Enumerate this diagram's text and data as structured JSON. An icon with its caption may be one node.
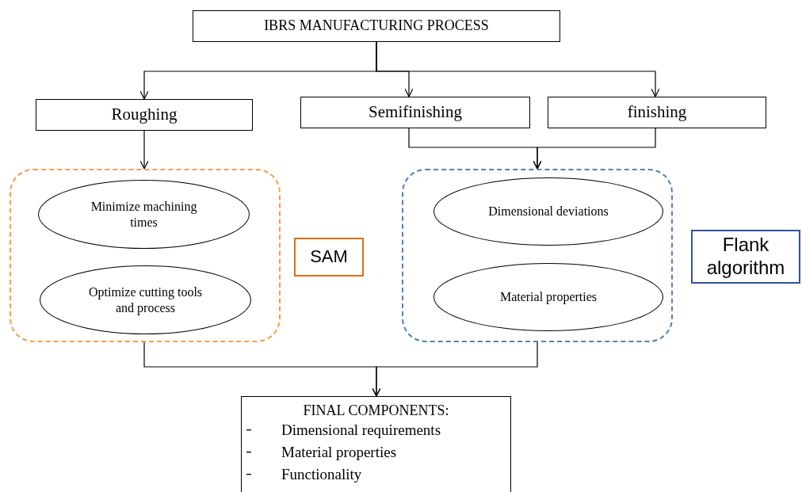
{
  "diagram": {
    "nodes": [
      {
        "text": [
          "IBRS MANUFACTURING PROCESS"
        ]
      },
      {
        "text": [
          "Roughing"
        ]
      },
      {
        "text": [
          "Semifinishing"
        ]
      },
      {
        "text": [
          "finishing"
        ]
      },
      {
        "text": [],
        "shape": "box"
      },
      {
        "text": [
          "Minimize machining times"
        ],
        "in": 4
      },
      {
        "text": [
          "Optimize cutting tools and process"
        ],
        "in": 4
      },
      {
        "text": [
          "SAM"
        ]
      },
      {
        "text": [],
        "shape": "box"
      },
      {
        "text": [
          "Dimensional deviations"
        ],
        "in": 8
      },
      {
        "text": [
          "Material properties"
        ],
        "in": 8
      },
      {
        "text": [
          "Flank algorithm"
        ]
      },
      {
        "text": [
          "FINAL COMPONENTS:",
          "Dimensional requirements",
          "Material properties",
          "Functionality"
        ]
      }
    ],
    "edges": [
      {
        "from": 0,
        "to": 1,
        "arrow": "to"
      },
      {
        "from": 0,
        "to": 2,
        "arrow": "to"
      },
      {
        "from": 0,
        "to": 3,
        "arrow": "to"
      },
      {
        "from": 1,
        "to": 4,
        "arrow": "to"
      },
      {
        "from": 2,
        "to": 8,
        "arrow": "to"
      },
      {
        "from": 3,
        "to": 8,
        "arrow": "to"
      },
      {
        "from": 4,
        "to": 12,
        "arrow": "to"
      },
      {
        "from": 8,
        "to": 12,
        "arrow": "to"
      }
    ]
  }
}
